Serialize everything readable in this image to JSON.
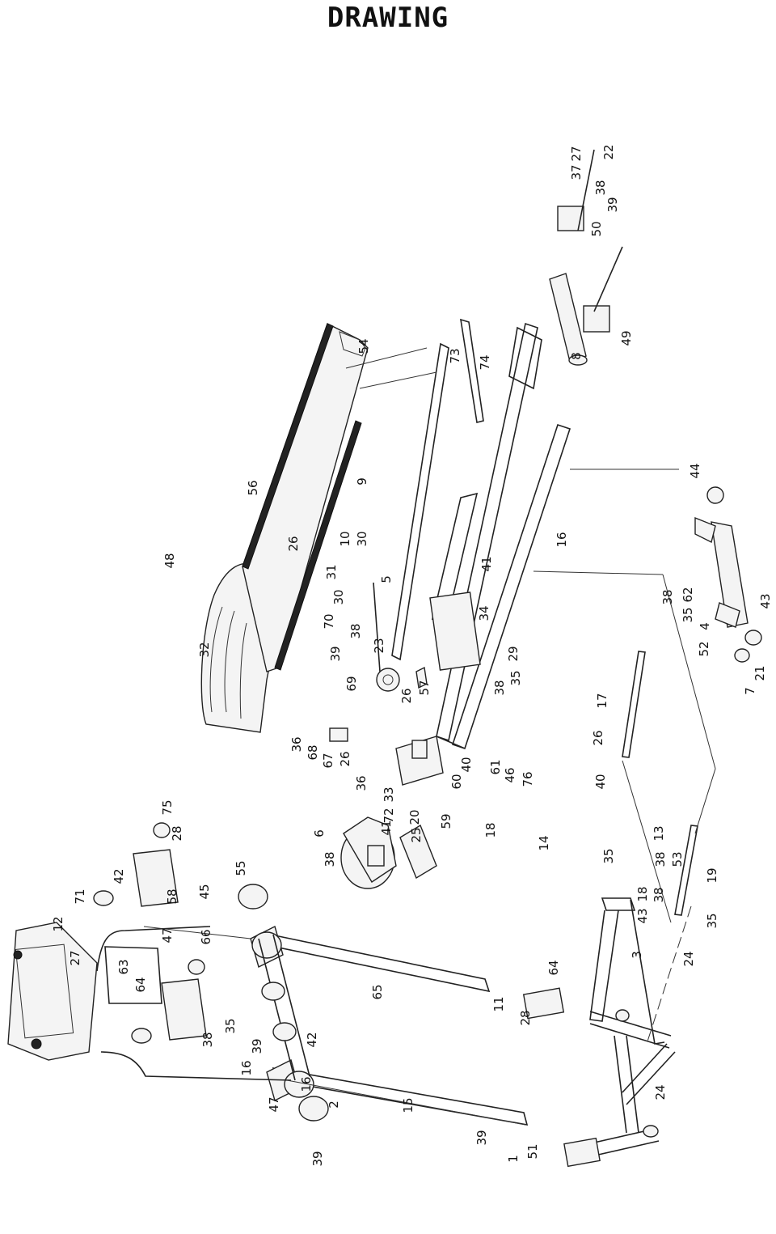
{
  "title": "DRAWING",
  "labels": [
    "27",
    "37",
    "22",
    "38",
    "39",
    "50",
    "49",
    "8",
    "54",
    "73",
    "74",
    "44",
    "56",
    "26",
    "48",
    "32",
    "10",
    "30",
    "31",
    "9",
    "5",
    "41",
    "16",
    "38",
    "62",
    "35",
    "4",
    "52",
    "43",
    "21",
    "7",
    "39",
    "38",
    "30",
    "70",
    "69",
    "26",
    "23",
    "57",
    "34",
    "29",
    "35",
    "38",
    "17",
    "26",
    "40",
    "36",
    "68",
    "67",
    "26",
    "40",
    "36",
    "33",
    "72",
    "60",
    "61",
    "46",
    "76",
    "75",
    "28",
    "42",
    "45",
    "58",
    "71",
    "12",
    "27",
    "63",
    "64",
    "47",
    "66",
    "55",
    "6",
    "38",
    "41",
    "20",
    "25",
    "59",
    "18",
    "14",
    "35",
    "13",
    "38",
    "53",
    "38",
    "18",
    "43",
    "19",
    "35",
    "24",
    "3",
    "64",
    "65",
    "11",
    "28",
    "42",
    "35",
    "38",
    "39",
    "16",
    "16",
    "47",
    "2",
    "39",
    "15",
    "39",
    "1",
    "51",
    "24"
  ]
}
